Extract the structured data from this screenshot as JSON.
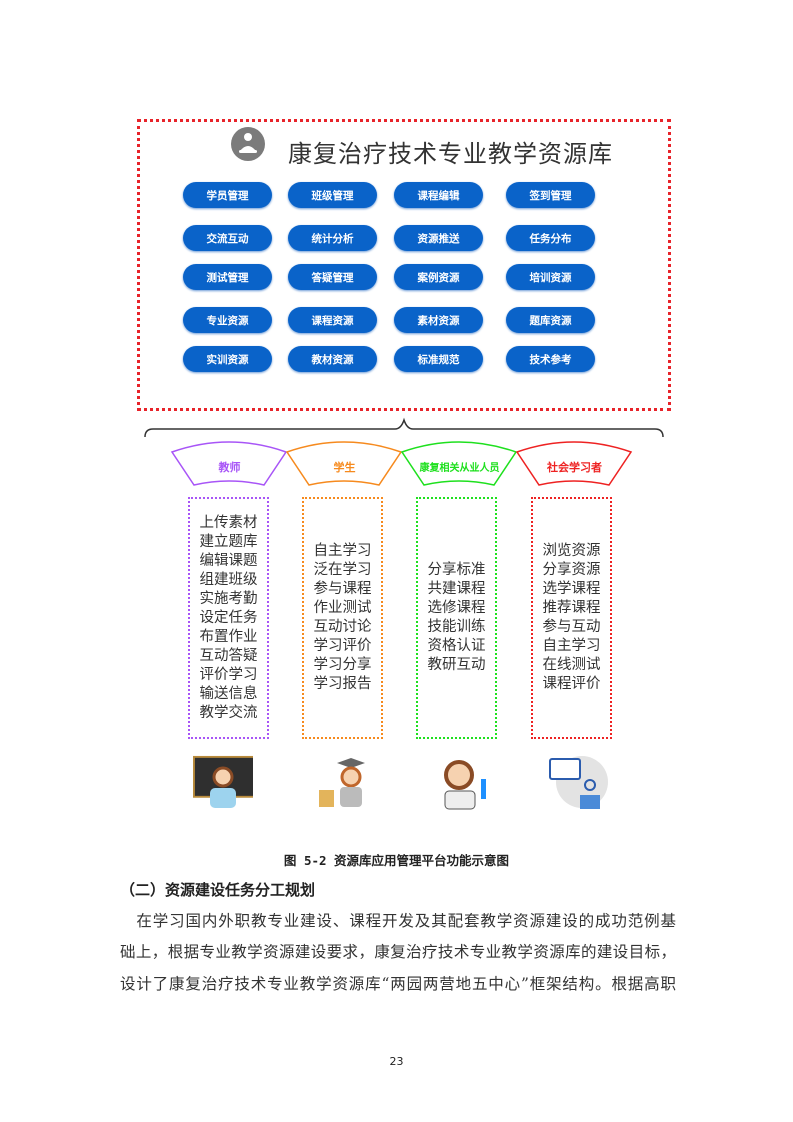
{
  "diagram": {
    "title": "康复治疗技术专业教学资源库",
    "buttons": [
      [
        "学员管理",
        "班级管理",
        "课程编辑",
        "签到管理"
      ],
      [
        "交流互动",
        "统计分析",
        "资源推送",
        "任务分布"
      ],
      [
        "测试管理",
        "答疑管理",
        "案例资源",
        "培训资源"
      ],
      [
        "专业资源",
        "课程资源",
        "素材资源",
        "题库资源"
      ],
      [
        "实训资源",
        "教材资源",
        "标准规范",
        "技术参考"
      ]
    ],
    "roles": [
      {
        "label": "教师",
        "color": "#a855f7",
        "items": [
          "上传素材",
          "建立题库",
          "编辑课题",
          "组建班级",
          "实施考勤",
          "设定任务",
          "布置作业",
          "互动答疑",
          "评价学习",
          "输送信息",
          "教学交流"
        ]
      },
      {
        "label": "学生",
        "color": "#f68a1e",
        "items": [
          "自主学习",
          "泛在学习",
          "参与课程",
          "作业测试",
          "互动讨论",
          "学习评价",
          "学习分享",
          "学习报告"
        ]
      },
      {
        "label": "康复相关从业人员",
        "color": "#1ee01e",
        "items": [
          "分享标准",
          "共建课程",
          "选修课程",
          "技能训练",
          "资格认证",
          "教研互动"
        ]
      },
      {
        "label": "社会学习者",
        "color": "#ee2222",
        "items": [
          "浏览资源",
          "分享资源",
          "选学课程",
          "推荐课程",
          "参与互动",
          "自主学习",
          "在线测试",
          "课程评价"
        ]
      }
    ]
  },
  "caption": "图 5-2 资源库应用管理平台功能示意图",
  "heading": "（二）资源建设任务分工规划",
  "paragraph": [
    "　在学习国内外职教专业建设、课程开发及其配套教学资源建设的成功范例基",
    "础上，根据专业教学资源建设要求，康复治疗技术专业教学资源库的建设目标，",
    "设计了康复治疗技术专业教学资源库“两园两营地五中心”框架结构。根据高职"
  ],
  "page_number": "23"
}
